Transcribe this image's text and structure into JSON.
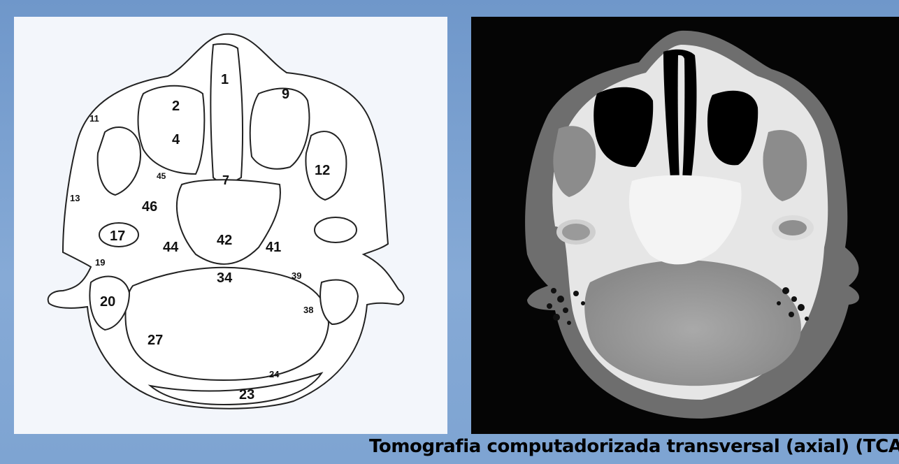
{
  "labels": [
    "1",
    "2",
    "4",
    "7",
    "9",
    "11",
    "12",
    "13",
    "17",
    "19",
    "20",
    "23",
    "24",
    "27",
    "34",
    "38",
    "39",
    "41",
    "42",
    "44",
    "45",
    "46"
  ],
  "caption": "Tomografia computadorizada transversal (axial) (TCA)",
  "colors": {
    "background": "#7aa0cf",
    "left_panel": "#f3f6fb",
    "right_panel": "#050505"
  }
}
